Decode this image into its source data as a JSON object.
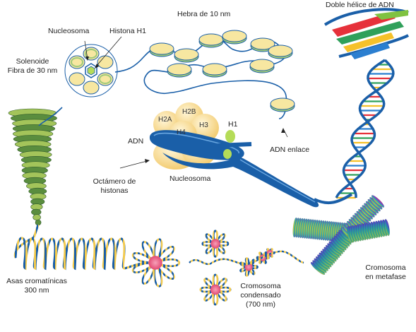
{
  "labels": {
    "hebra": "Hebra de 10 nm",
    "doble_helice": "Doble hélice de ADN",
    "nucleosoma_top": "Nucleosoma",
    "histona_h1_top": "Histona H1",
    "solenoide_1": "Solenoide",
    "solenoide_2": "Fibra de 30 nm",
    "h2a": "H2A",
    "h2b": "H2B",
    "h3": "H3",
    "h4": "H4",
    "h1": "H1",
    "adn": "ADN",
    "adn_enlace": "ADN enlace",
    "octamero_1": "Octámero de",
    "octamero_2": "histonas",
    "nucleosoma_mid": "Nucleosoma",
    "asas_1": "Asas cromatínicas",
    "asas_2": "300 nm",
    "condensado_1": "Cromosoma",
    "condensado_2": "condensado",
    "condensado_3": "(700 nm)",
    "metafase_1": "Cromosoma",
    "metafase_2": "en metafase"
  },
  "colors": {
    "dna_blue": "#1a5fa8",
    "bead_yellow": "#f7e7a1",
    "bead_green": "#9ec97a",
    "histone": "#fde5a0",
    "h1_green": "#b5dc58",
    "loop_knot": "#e34a73"
  }
}
